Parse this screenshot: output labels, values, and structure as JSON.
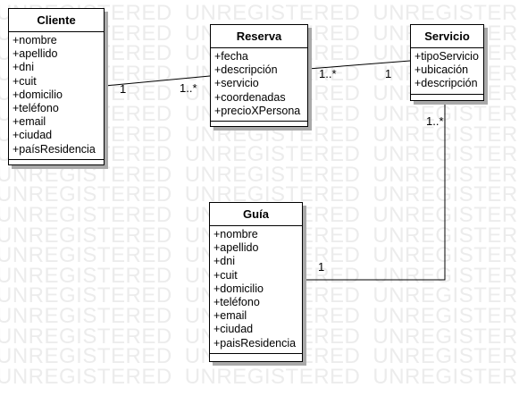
{
  "watermark": {
    "text": "UNREGISTERED"
  },
  "classes": {
    "cliente": {
      "name": "Cliente",
      "attributes": [
        "+nombre",
        "+apellido",
        "+dni",
        "+cuit",
        "+domicilio",
        "+teléfono",
        "+email",
        "+ciudad",
        "+paísResidencia"
      ]
    },
    "reserva": {
      "name": "Reserva",
      "attributes": [
        "+fecha",
        "+descripción",
        "+servicio",
        "+coordenadas",
        "+precioXPersona"
      ]
    },
    "servicio": {
      "name": "Servicio",
      "attributes": [
        "+tipoServicio",
        "+ubicación",
        "+descripción"
      ]
    },
    "guia": {
      "name": "Guía",
      "attributes": [
        "+nombre",
        "+apellido",
        "+dni",
        "+cuit",
        "+domicilio",
        "+teléfono",
        "+email",
        "+ciudad",
        "+paisResidencia"
      ]
    }
  },
  "associations": {
    "cliente_reserva": {
      "from_mult": "1",
      "to_mult": "1..*"
    },
    "reserva_servicio": {
      "from_mult": "1..*",
      "to_mult": "1"
    },
    "servicio_guia": {
      "from_mult": "1..*",
      "to_mult": "1"
    }
  }
}
